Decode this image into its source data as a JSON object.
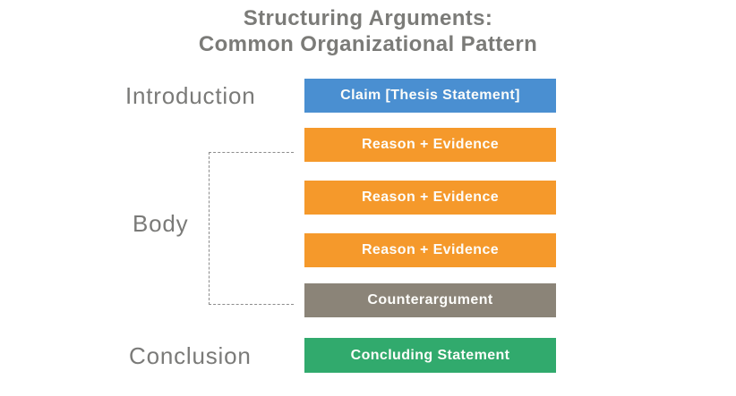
{
  "title": {
    "line1": "Structuring Arguments:",
    "line2": "Common Organizational Pattern"
  },
  "labels": {
    "introduction": "Introduction",
    "body": "Body",
    "conclusion": "Conclusion"
  },
  "bars": [
    {
      "name": "claim",
      "text": "Claim [Thesis Statement]",
      "color": "#4a8fd1"
    },
    {
      "name": "reason-1",
      "text": "Reason + Evidence",
      "color": "#f5992b"
    },
    {
      "name": "reason-2",
      "text": "Reason + Evidence",
      "color": "#f5992b"
    },
    {
      "name": "reason-3",
      "text": "Reason + Evidence",
      "color": "#f5992b"
    },
    {
      "name": "counterargument",
      "text": "Counterargument",
      "color": "#8b8478"
    },
    {
      "name": "concluding",
      "text": "Concluding Statement",
      "color": "#31aa6d"
    }
  ],
  "colors": {
    "title_text": "#7b7b78",
    "label_text": "#7a7a78",
    "bar_text": "#fdfdfa",
    "bracket_dash": "#8c8c8c",
    "background": "#ffffff"
  }
}
